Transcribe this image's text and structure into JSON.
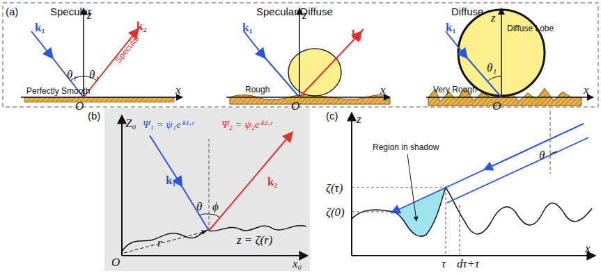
{
  "diagram": {
    "labels": [
      "(a)",
      "Specular",
      "k₁",
      "k₂",
      "z",
      "θ₁",
      "θ₁",
      "Specular",
      "x",
      "Perfectly Smooth",
      "O",
      "Specular/Diffuse",
      "k₁",
      "k₂",
      "z",
      "Rough",
      "x",
      "O",
      "Diffuse",
      "k₁",
      "z",
      "Diffuse Lobe",
      "θ₁",
      "Very Rough",
      "x",
      "O",
      "(b)",
      "Ψ₁ = ψ₁eⁱᵏ¹·ʳ",
      "Ψ₂ = ψ₂eⁱᵏ²·ʳ",
      "Z₀",
      "k₁",
      "k₂",
      "θ",
      "ϕ",
      "r",
      "z = ζ(r)",
      "O",
      "x₀",
      "(c)",
      "z",
      "Region in shadow",
      "θ",
      "ζ(τ)",
      "ζ(0)",
      "τ",
      "dτ+τ",
      "x"
    ]
  }
}
